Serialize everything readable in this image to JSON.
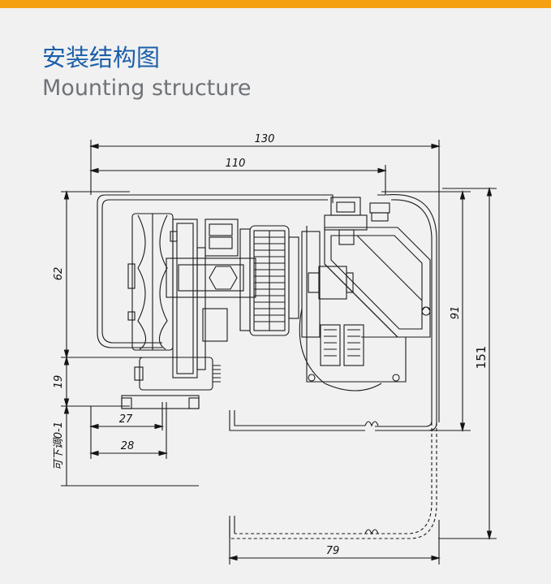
{
  "header": {
    "title_cn": "安装结构图",
    "title_en": "Mounting structure",
    "accent_color": "#f5a012",
    "title_color": "#1c5fa8"
  },
  "dimensions": {
    "d130": "130",
    "d110": "110",
    "d62": "62",
    "d19": "19",
    "d27": "27",
    "d28": "28",
    "adjustable": "可下调0-1",
    "d91": "91",
    "d151": "151",
    "d79": "79"
  }
}
